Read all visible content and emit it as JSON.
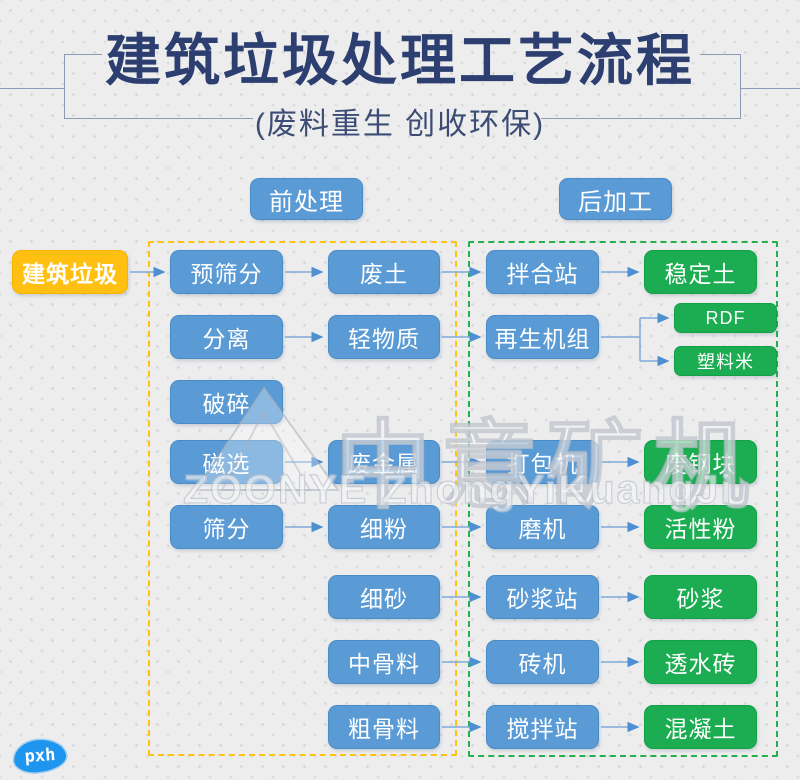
{
  "title": "建筑垃圾处理工艺流程",
  "subtitle": "(废料重生 创收环保)",
  "sections": {
    "pre": "前处理",
    "post": "后加工"
  },
  "nodes": {
    "source": "建筑垃圾",
    "pre_screening": "预筛分",
    "waste_soil": "废土",
    "mixing_station": "拌合站",
    "stabilized_soil": "稳定土",
    "separation": "分离",
    "light_material": "轻物质",
    "regeneration_unit": "再生机组",
    "rdf": "RDF",
    "plastic_pellets": "塑料米",
    "crushing": "破碎",
    "magnetic_separation": "磁选",
    "scrap_metal": "废金属",
    "baler": "打包机",
    "scrap_steel_block": "废钢块",
    "screening": "筛分",
    "fine_powder": "细粉",
    "grinding_mill": "磨机",
    "active_powder": "活性粉",
    "fine_sand": "细砂",
    "mortar_station": "砂浆站",
    "mortar": "砂浆",
    "medium_aggregate": "中骨料",
    "brick_machine": "砖机",
    "permeable_brick": "透水砖",
    "coarse_aggregate": "粗骨料",
    "mixing_plant": "搅拌站",
    "concrete": "混凝土"
  },
  "watermark": {
    "cn": "中意矿机",
    "en": "ZOONYE ZhongYiKuangJi"
  },
  "badge": "pxh",
  "colors": {
    "title_text": "#2C3F70",
    "blue_box": "#5B9BD5",
    "green_box": "#1CAD52",
    "yellow_box": "#FFC011",
    "yellow_dash": "#FFC20E",
    "green_dash": "#22B14C",
    "arrow": "#7FA9DC",
    "badge_blue": "#1E96F0"
  }
}
